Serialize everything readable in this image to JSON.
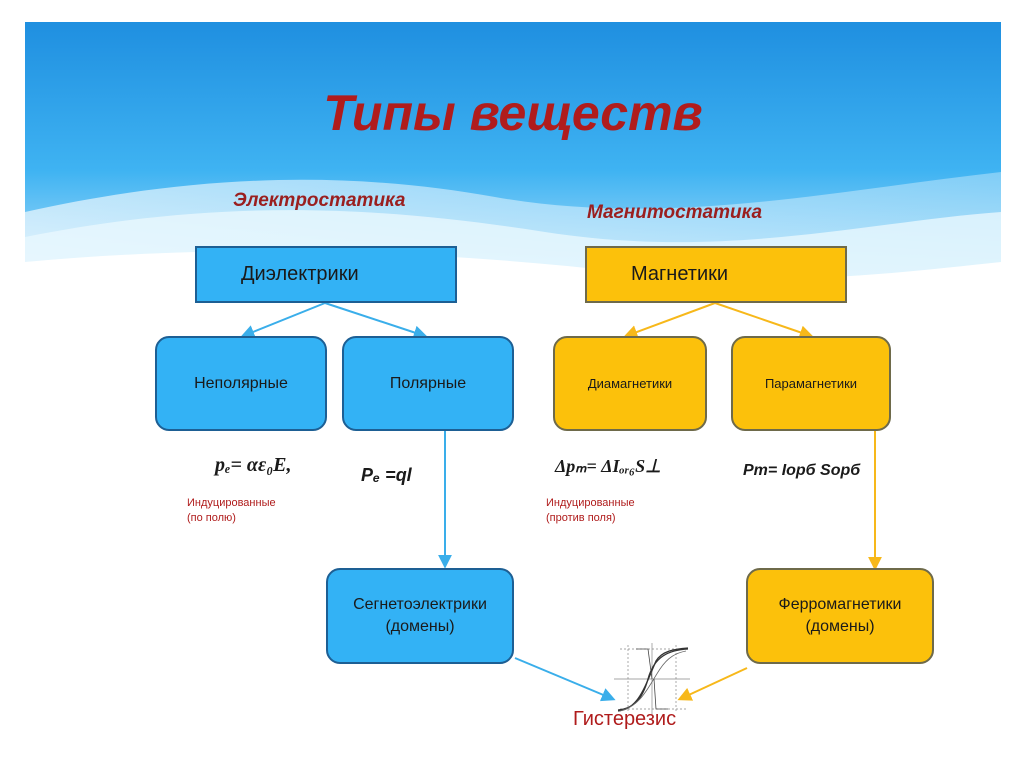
{
  "title": "Типы веществ",
  "sections": {
    "electro": "Электростатика",
    "magneto": "Магнитостатика"
  },
  "boxes": {
    "dielectrics": "Диэлектрики",
    "magnetics": "Магнетики",
    "nonpolar": "Неполярные",
    "polar": "Полярные",
    "diamagnetics": "Диамагнетики",
    "paramagnetics": "Парамагнетики",
    "ferroelectrics_line1": "Сегнетоэлектрики",
    "ferroelectrics_line2": "(домены)",
    "ferromagnetics_line1": "Ферромагнетики",
    "ferromagnetics_line2": "(домены)"
  },
  "formulas": {
    "nonpolar": "pₑ= αε₀E,",
    "polar": "Pₑ =ql",
    "diamagnetic": "Δpₘ= ΔIₒᵣ₆S⊥",
    "paramagnetic": "Pm= Iорб Sорб"
  },
  "notes": {
    "induced_along_line1": "Индуцированные",
    "induced_along_line2": "(по полю)",
    "induced_against_line1": "Индуцированные",
    "induced_against_line2": "(против поля)"
  },
  "hysteresis_label": "Гистерезис",
  "colors": {
    "title": "#b01c1c",
    "blue_fill": "#33b2f5",
    "gold_fill": "#fcc10b",
    "blue_arrow": "#3aaeea",
    "gold_arrow": "#f7b81a"
  }
}
